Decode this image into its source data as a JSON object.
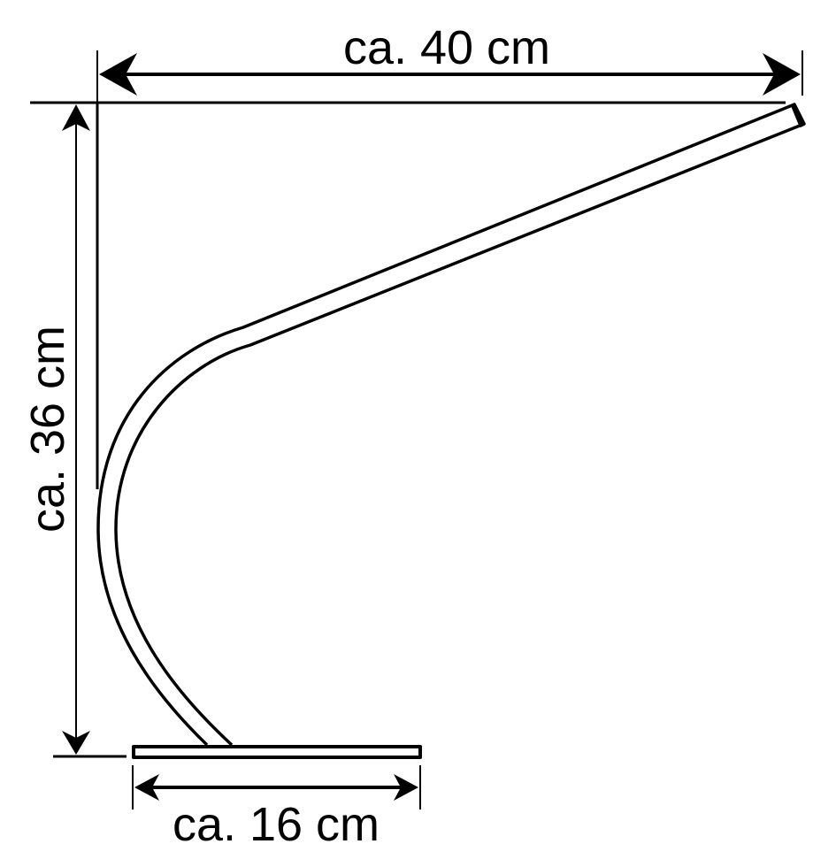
{
  "diagram": {
    "subject": "desk lamp dimension drawing",
    "colors": {
      "stroke": "#000000",
      "background": "#ffffff"
    },
    "dimensions": {
      "width": {
        "label": "ca. 40 cm"
      },
      "height": {
        "label": "ca. 36 cm"
      },
      "base": {
        "label": "ca. 16 cm"
      }
    }
  }
}
